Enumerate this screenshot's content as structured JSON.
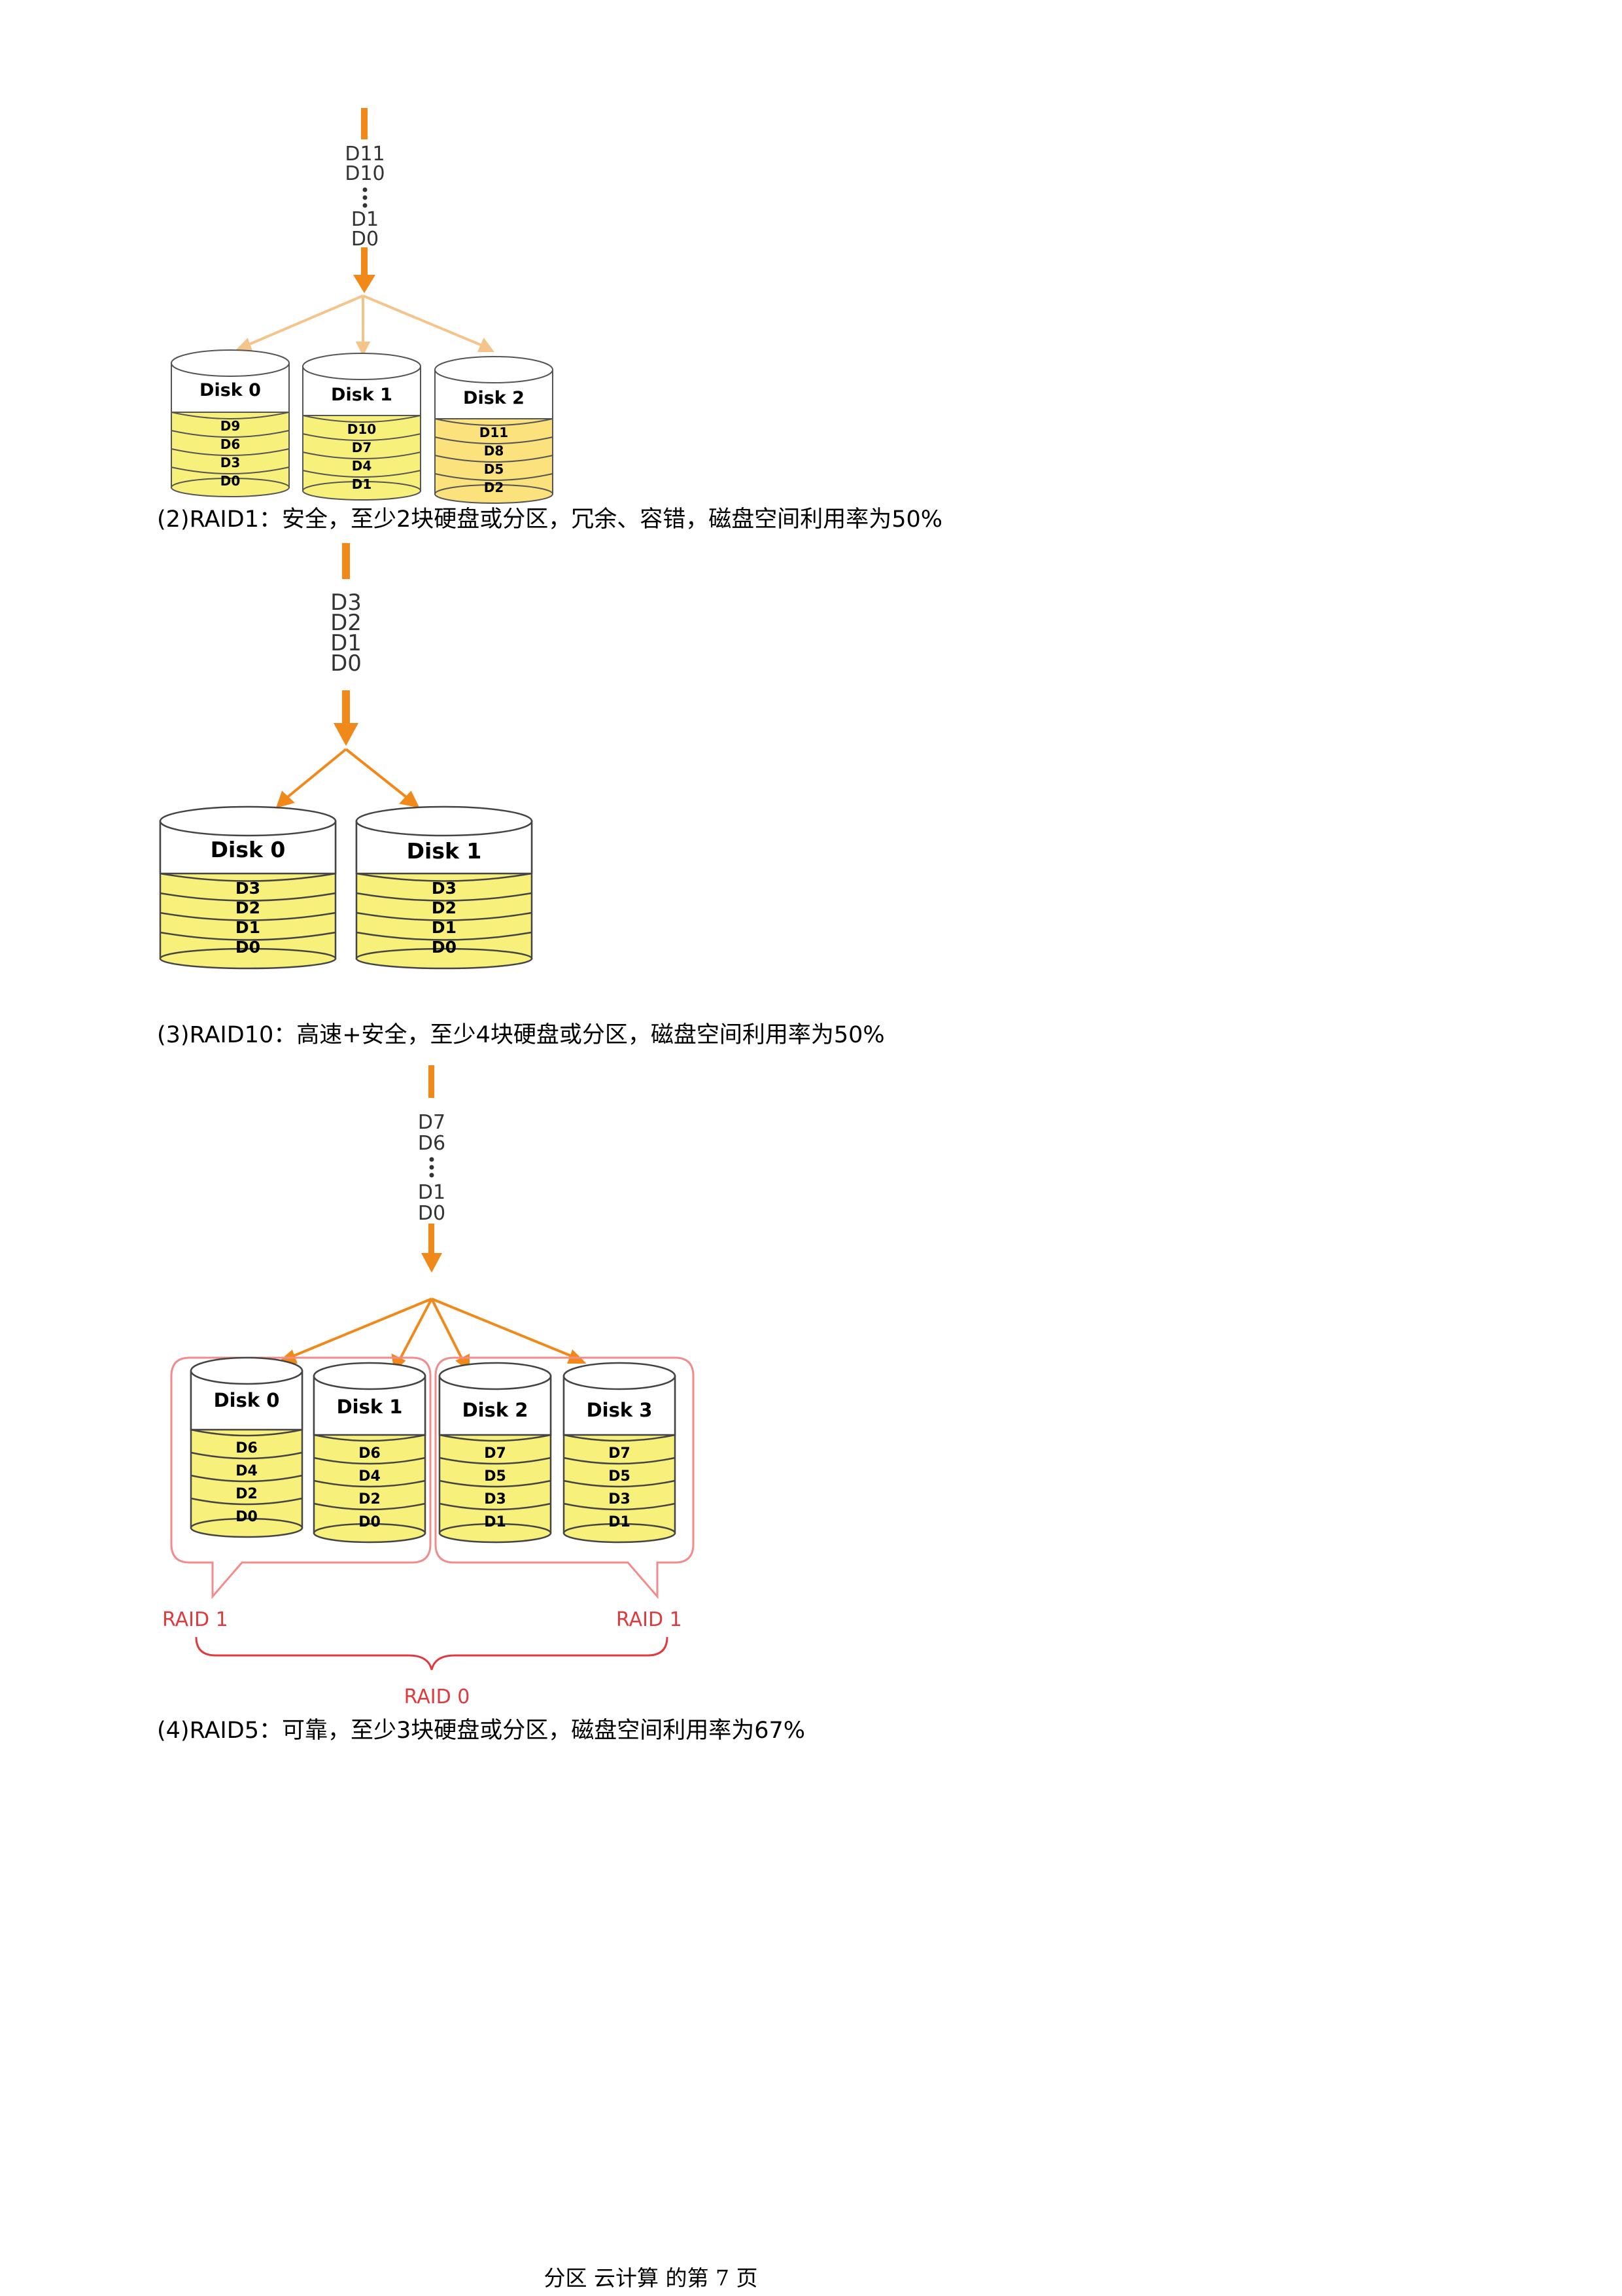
{
  "figures": {
    "raid0": {
      "stream": [
        "D11",
        "D10",
        "D1",
        "D0"
      ],
      "disks": [
        {
          "label": "Disk 0",
          "blocks": [
            "D9",
            "D6",
            "D3",
            "D0"
          ]
        },
        {
          "label": "Disk 1",
          "blocks": [
            "D10",
            "D7",
            "D4",
            "D1"
          ]
        },
        {
          "label": "Disk 2",
          "blocks": [
            "D11",
            "D8",
            "D5",
            "D2"
          ]
        }
      ]
    },
    "raid1": {
      "stream": [
        "D3",
        "D2",
        "D1",
        "D0"
      ],
      "disks": [
        {
          "label": "Disk 0",
          "blocks": [
            "D3",
            "D2",
            "D1",
            "D0"
          ]
        },
        {
          "label": "Disk 1",
          "blocks": [
            "D3",
            "D2",
            "D1",
            "D0"
          ]
        }
      ]
    },
    "raid10": {
      "stream": [
        "D7",
        "D6",
        "D1",
        "D0"
      ],
      "disks": [
        {
          "label": "Disk 0",
          "blocks": [
            "D6",
            "D4",
            "D2",
            "D0"
          ]
        },
        {
          "label": "Disk 1",
          "blocks": [
            "D6",
            "D4",
            "D2",
            "D0"
          ]
        },
        {
          "label": "Disk 2",
          "blocks": [
            "D7",
            "D5",
            "D3",
            "D1"
          ]
        },
        {
          "label": "Disk 3",
          "blocks": [
            "D7",
            "D5",
            "D3",
            "D1"
          ]
        }
      ],
      "group_label_left": "RAID 1",
      "group_label_right": "RAID 1",
      "outer_label": "RAID 0"
    }
  },
  "paragraphs": {
    "raid1": "(2)RAID1：安全，至少2块硬盘或分区，冗余、容错，磁盘空间利用率为50%",
    "raid10": "(3)RAID10：高速+安全，至少4块硬盘或分区，磁盘空间利用率为50%",
    "raid5": "(4)RAID5：可靠，至少3块硬盘或分区，磁盘空间利用率为67%"
  },
  "footer": "分区 云计算 的第 7 页",
  "colors": {
    "arrow": "#f0891a",
    "arrow_light": "#f4c48a",
    "disk_fill": "#f7f07a",
    "disk_fill_alt": "#fbe27d",
    "raid_group": "#f28b8b",
    "raid_label": "#e0393e"
  }
}
